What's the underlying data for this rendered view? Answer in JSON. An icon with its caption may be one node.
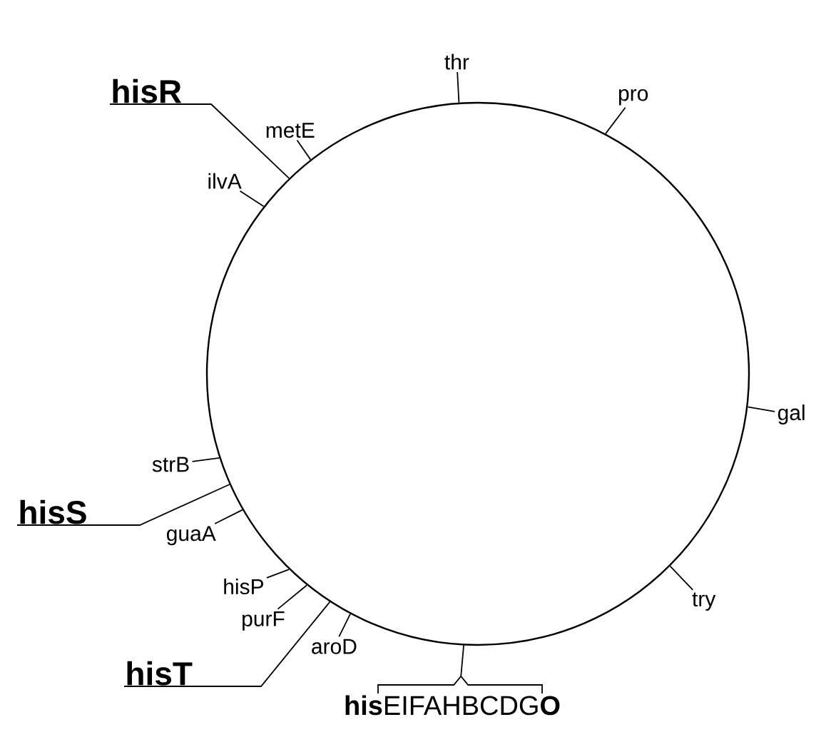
{
  "diagram": {
    "nodes": [
      {
        "text": [],
        "shape": "circle"
      },
      {
        "text": [
          "thr"
        ]
      },
      {
        "text": [
          "pro"
        ]
      },
      {
        "text": [
          "hisR"
        ]
      },
      {
        "text": [
          "metE"
        ]
      },
      {
        "text": [
          "ilvA"
        ]
      },
      {
        "text": [
          "gal"
        ]
      },
      {
        "text": [
          "strB"
        ]
      },
      {
        "text": [
          "hisS"
        ]
      },
      {
        "text": [
          "guaA"
        ]
      },
      {
        "text": [
          "hisP"
        ]
      },
      {
        "text": [
          "purF"
        ]
      },
      {
        "text": [
          "try"
        ]
      },
      {
        "text": [
          "hisT"
        ]
      },
      {
        "text": [
          "aroD"
        ]
      },
      {
        "text": [
          "**his**EIFAHBCDG**O**"
        ]
      }
    ],
    "edges": [
      {
        "from": 1,
        "to": 0,
        "arrow": "none"
      },
      {
        "from": 2,
        "to": 0,
        "arrow": "none"
      },
      {
        "from": 3,
        "to": 0,
        "arrow": "none"
      },
      {
        "from": 4,
        "to": 0,
        "arrow": "none"
      },
      {
        "from": 5,
        "to": 0,
        "arrow": "none"
      },
      {
        "from": 6,
        "to": 0,
        "arrow": "none"
      },
      {
        "from": 7,
        "to": 0,
        "arrow": "none"
      },
      {
        "from": 8,
        "to": 0,
        "arrow": "none"
      },
      {
        "from": 9,
        "to": 0,
        "arrow": "none"
      },
      {
        "from": 10,
        "to": 0,
        "arrow": "none"
      },
      {
        "from": 11,
        "to": 0,
        "arrow": "none"
      },
      {
        "from": 12,
        "to": 0,
        "arrow": "none"
      },
      {
        "from": 13,
        "to": 0,
        "arrow": "none"
      },
      {
        "from": 14,
        "to": 0,
        "arrow": "none"
      },
      {
        "from": 15,
        "to": 0,
        "arrow": "none"
      }
    ]
  }
}
